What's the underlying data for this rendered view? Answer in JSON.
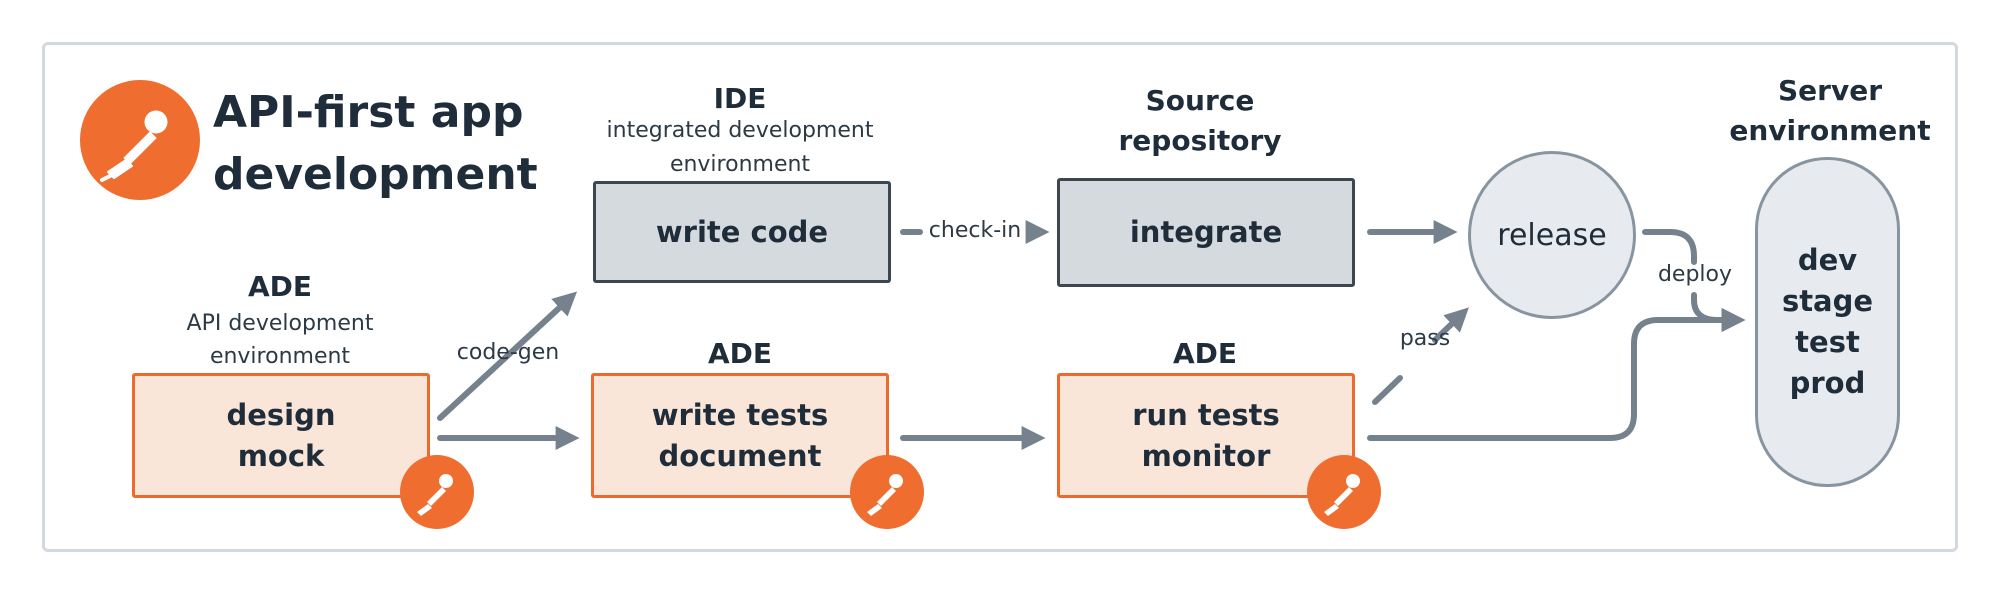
{
  "title": {
    "line1": "API-first app",
    "line2": "development"
  },
  "ade_design": {
    "heading": "ADE",
    "subtitle_line1": "API development",
    "subtitle_line2": "environment",
    "box_line1": "design",
    "box_line2": "mock"
  },
  "ide": {
    "heading": "IDE",
    "subtitle_line1": "integrated development",
    "subtitle_line2": "environment",
    "box_label": "write code"
  },
  "ade_tests": {
    "heading": "ADE",
    "box_line1": "write tests",
    "box_line2": "document"
  },
  "source_repo": {
    "heading_line1": "Source",
    "heading_line2": "repository",
    "box_label": "integrate"
  },
  "ade_run": {
    "heading": "ADE",
    "box_line1": "run tests",
    "box_line2": "monitor"
  },
  "release": {
    "label": "release"
  },
  "server_env": {
    "heading_line1": "Server",
    "heading_line2": "environment",
    "items": [
      "dev",
      "stage",
      "test",
      "prod"
    ]
  },
  "edge_labels": {
    "code_gen": "code-gen",
    "check_in": "check-in",
    "pass": "pass",
    "deploy": "deploy"
  },
  "colors": {
    "orange": "#ef6d2e",
    "orange_fill": "#fae6d9",
    "grey_fill": "#d5dade",
    "arrow": "#75828e",
    "text": "#1f2d3a"
  },
  "icons": {
    "logo": "postman-astronaut-icon",
    "badge": "postman-astronaut-icon"
  }
}
